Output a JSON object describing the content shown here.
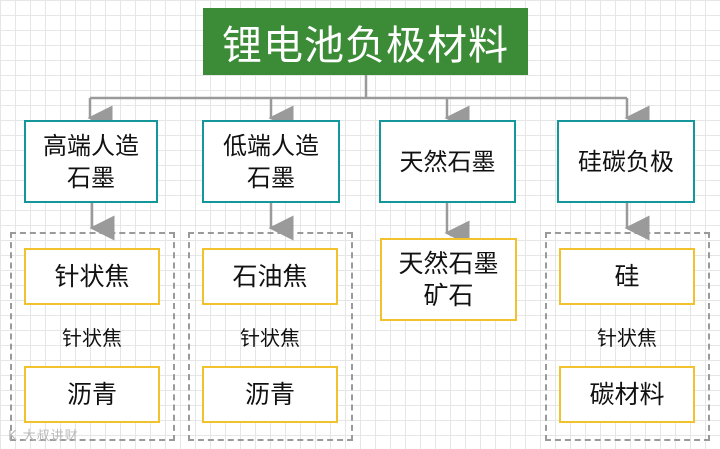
{
  "title": "锂电池负极材料",
  "categories": [
    {
      "label": "高端人造\n石墨",
      "items": [
        "针状焦",
        "针状焦",
        "沥青"
      ]
    },
    {
      "label": "低端人造\n石墨",
      "items": [
        "石油焦",
        "针状焦",
        "沥青"
      ]
    },
    {
      "label": "天然石墨",
      "items": [
        "天然石墨\n矿石"
      ]
    },
    {
      "label": "硅碳负极",
      "items": [
        "硅",
        "针状焦",
        "碳材料"
      ]
    }
  ],
  "watermark": "K 大叔讲财",
  "colors": {
    "root_fill": "#3c8c37",
    "category_border": "#13979b",
    "leaf_border": "#f2c12e",
    "connector": "#9a9a9a",
    "dashed_group": "#9a9a9a"
  }
}
